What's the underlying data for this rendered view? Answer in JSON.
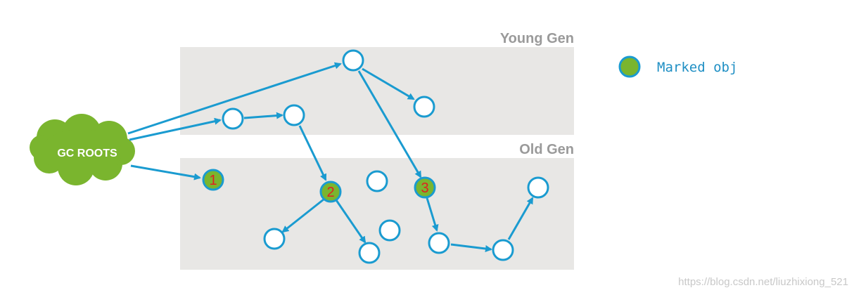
{
  "regions": {
    "young_label": "Young Gen",
    "old_label": "Old Gen"
  },
  "roots": {
    "label": "GC ROOTS"
  },
  "legend": {
    "label": "Marked obj"
  },
  "nodes": {
    "marked_1": {
      "label": "1"
    },
    "marked_2": {
      "label": "2"
    },
    "marked_3": {
      "label": "3"
    }
  },
  "watermark": "https://blog.csdn.net/liuzhixiong_521",
  "colors": {
    "stroke": "#1a9bd0",
    "marked_fill": "#7ab52e",
    "cloud": "#7ab52e",
    "region_bg": "#e8e7e5",
    "number": "#e02020"
  }
}
